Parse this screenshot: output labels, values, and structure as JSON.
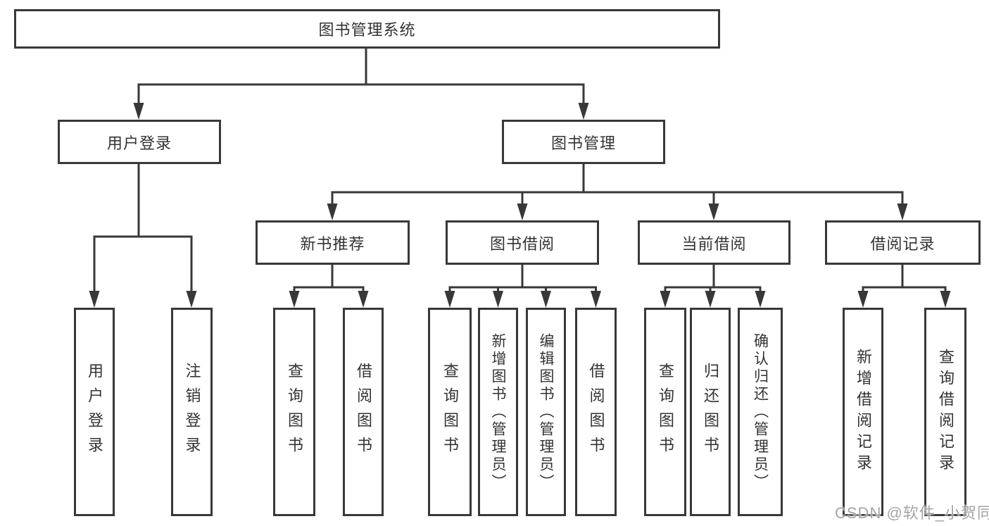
{
  "diagram": {
    "root": {
      "label": "图书管理系统"
    },
    "branches": [
      {
        "label": "用户登录",
        "children": [
          "用户登录",
          "注销登录"
        ]
      },
      {
        "label": "图书管理",
        "children": [
          {
            "label": "新书推荐",
            "children": [
              "查询图书",
              "借阅图书"
            ]
          },
          {
            "label": "图书借阅",
            "children": [
              "查询图书",
              "新增图书（管理员）",
              "编辑图书（管理员）",
              "借阅图书"
            ]
          },
          {
            "label": "当前借阅",
            "children": [
              "查询图书",
              "归还图书",
              "确认归还（管理员）"
            ]
          },
          {
            "label": "借阅记录",
            "children": [
              "新增借阅记录",
              "查询借阅记录"
            ]
          }
        ]
      }
    ],
    "watermark": "CSDN @软件_小贺同学",
    "colors": {
      "line": "#383838",
      "text": "#333333",
      "background": "#ffffff",
      "watermark": "#949494"
    }
  }
}
